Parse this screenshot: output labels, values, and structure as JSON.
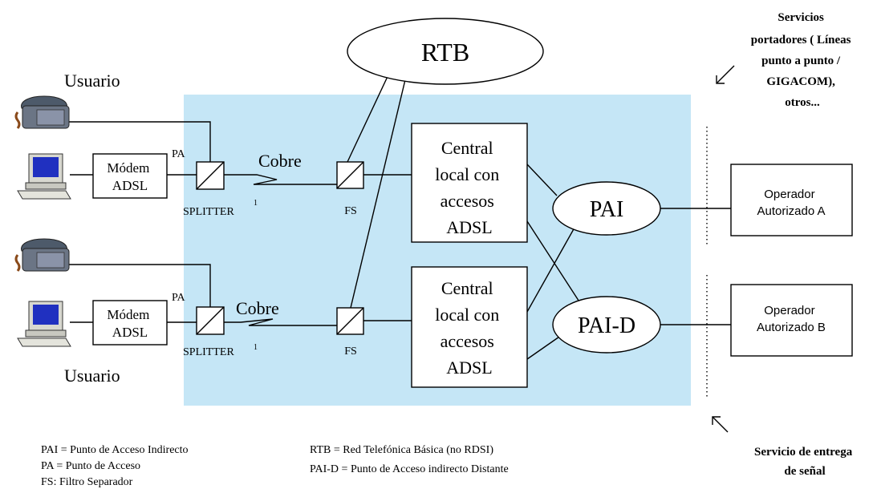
{
  "colors": {
    "network_area": "#c5e6f6",
    "line": "#000000",
    "box_fill": "#ffffff"
  },
  "icons": {
    "telephone": "telephone-icon",
    "computer": "computer-icon"
  },
  "nodes": {
    "rtb": "RTB",
    "pai": "PAI",
    "paid": "PAI-D",
    "central_top": [
      "Central",
      "local con",
      "accesos",
      "ADSL"
    ],
    "central_bottom": [
      "Central",
      "local con",
      "accesos",
      "ADSL"
    ],
    "modem_top": [
      "Módem",
      "ADSL"
    ],
    "modem_bottom": [
      "Módem",
      "ADSL"
    ],
    "operator_a": [
      "Operador",
      "Autorizado A"
    ],
    "operator_b": [
      "Operador",
      "Autorizado B"
    ]
  },
  "labels": {
    "user_top": "Usuario",
    "user_bottom": "Usuario",
    "pa_top": "PA",
    "pa_bottom": "PA",
    "cobre_top": "Cobre",
    "cobre_bottom": "Cobre",
    "splitter_top": "SPLITTER",
    "splitter_top_sup": "1",
    "splitter_bottom": "SPLITTER",
    "splitter_bottom_sup": "1",
    "fs_top": "FS",
    "fs_bottom": "FS"
  },
  "annotations": {
    "carrier_services": [
      "Servicios",
      "portadores ( Líneas",
      "punto a punto /",
      "GIGACOM),",
      "otros..."
    ],
    "signal_delivery": [
      "Servicio de entrega",
      "de señal"
    ]
  },
  "legend": {
    "pai": "PAI = Punto de Acceso Indirecto",
    "pa": "PA  = Punto de Acceso",
    "fs": "FS: Filtro Separador",
    "rtb": "RTB = Red Telefónica Básica (no RDSI)",
    "paid": "PAI-D = Punto de Acceso indirecto Distante"
  }
}
